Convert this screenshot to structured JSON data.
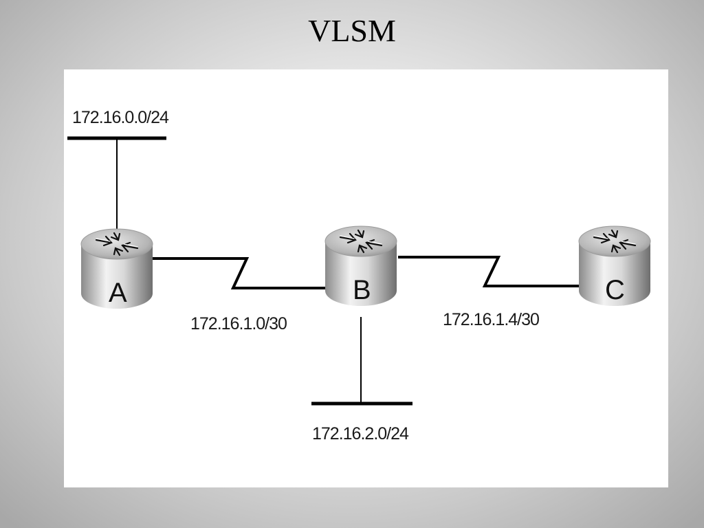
{
  "slide": {
    "title": "VLSM"
  },
  "diagram": {
    "routers": [
      {
        "id": "router-a",
        "label": "A"
      },
      {
        "id": "router-b",
        "label": "B"
      },
      {
        "id": "router-c",
        "label": "C"
      }
    ],
    "networks": {
      "lan_a": "172.16.0.0/24",
      "link_ab": "172.16.1.0/30",
      "link_bc": "172.16.1.4/30",
      "lan_b": "172.16.2.0/24"
    }
  }
}
